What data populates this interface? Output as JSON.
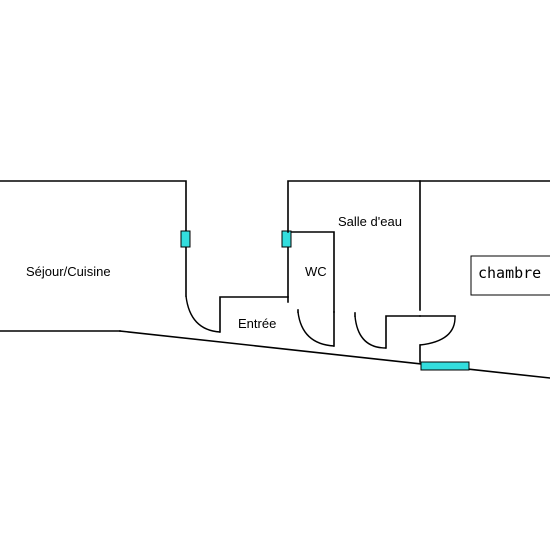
{
  "rooms": {
    "sejour": "Séjour/Cuisine",
    "salle_eau": "Salle d'eau",
    "wc": "WC",
    "entree": "Entrée",
    "chambre": "chambre"
  },
  "colors": {
    "wall": "#000000",
    "window": "#33dddd",
    "background": "#ffffff"
  }
}
